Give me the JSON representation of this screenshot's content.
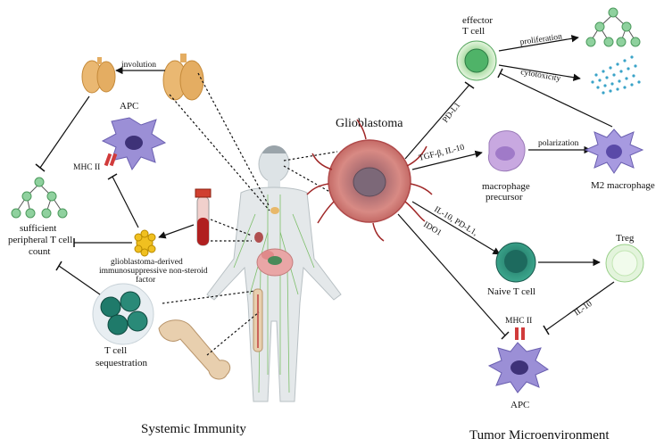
{
  "labels": {
    "involution": "involution",
    "apc_left": "APC",
    "mhc_left": "MHC II",
    "sufficient": [
      "sufficient",
      "peripheral T cell",
      "count"
    ],
    "factor": [
      "glioblastoma-derived",
      "immunosuppressive non-steroid",
      "factor"
    ],
    "sequestration": [
      "T cell",
      "sequestration"
    ],
    "systemic": "Systemic Immunity",
    "glioblastoma": "Glioblastoma",
    "effector": [
      "effector",
      "T cell"
    ],
    "proliferation": "proliferation",
    "cytotoxicity": "cytotoxicity",
    "pdl1": "PD-L1",
    "tgf": "TGF-β, IL-10",
    "macro_precursor": [
      "macrophage",
      "precursor"
    ],
    "polarization": "polarization",
    "m2": "M2 macrophage",
    "il10_pdl1": "IL-10, PD-L1,",
    "ido1": "IDO1",
    "treg": "Treg",
    "naive": "Naive T cell",
    "il10": "IL-10",
    "mhc_right": "MHC II",
    "apc_right": "APC",
    "tumor": "Tumor Microenvironment"
  },
  "colors": {
    "tcell_green": "#8fd19e",
    "effector_fill": "#d9f0cf",
    "apc_purple": "#9b8fd6",
    "macro_purple": "#c8a8e0",
    "naive_teal": "#2f8f7a",
    "treg_fill": "#e3f4dc",
    "tumor": "#c04848",
    "thymus": "#e8b86a",
    "mhc_red": "#d13b3b"
  }
}
